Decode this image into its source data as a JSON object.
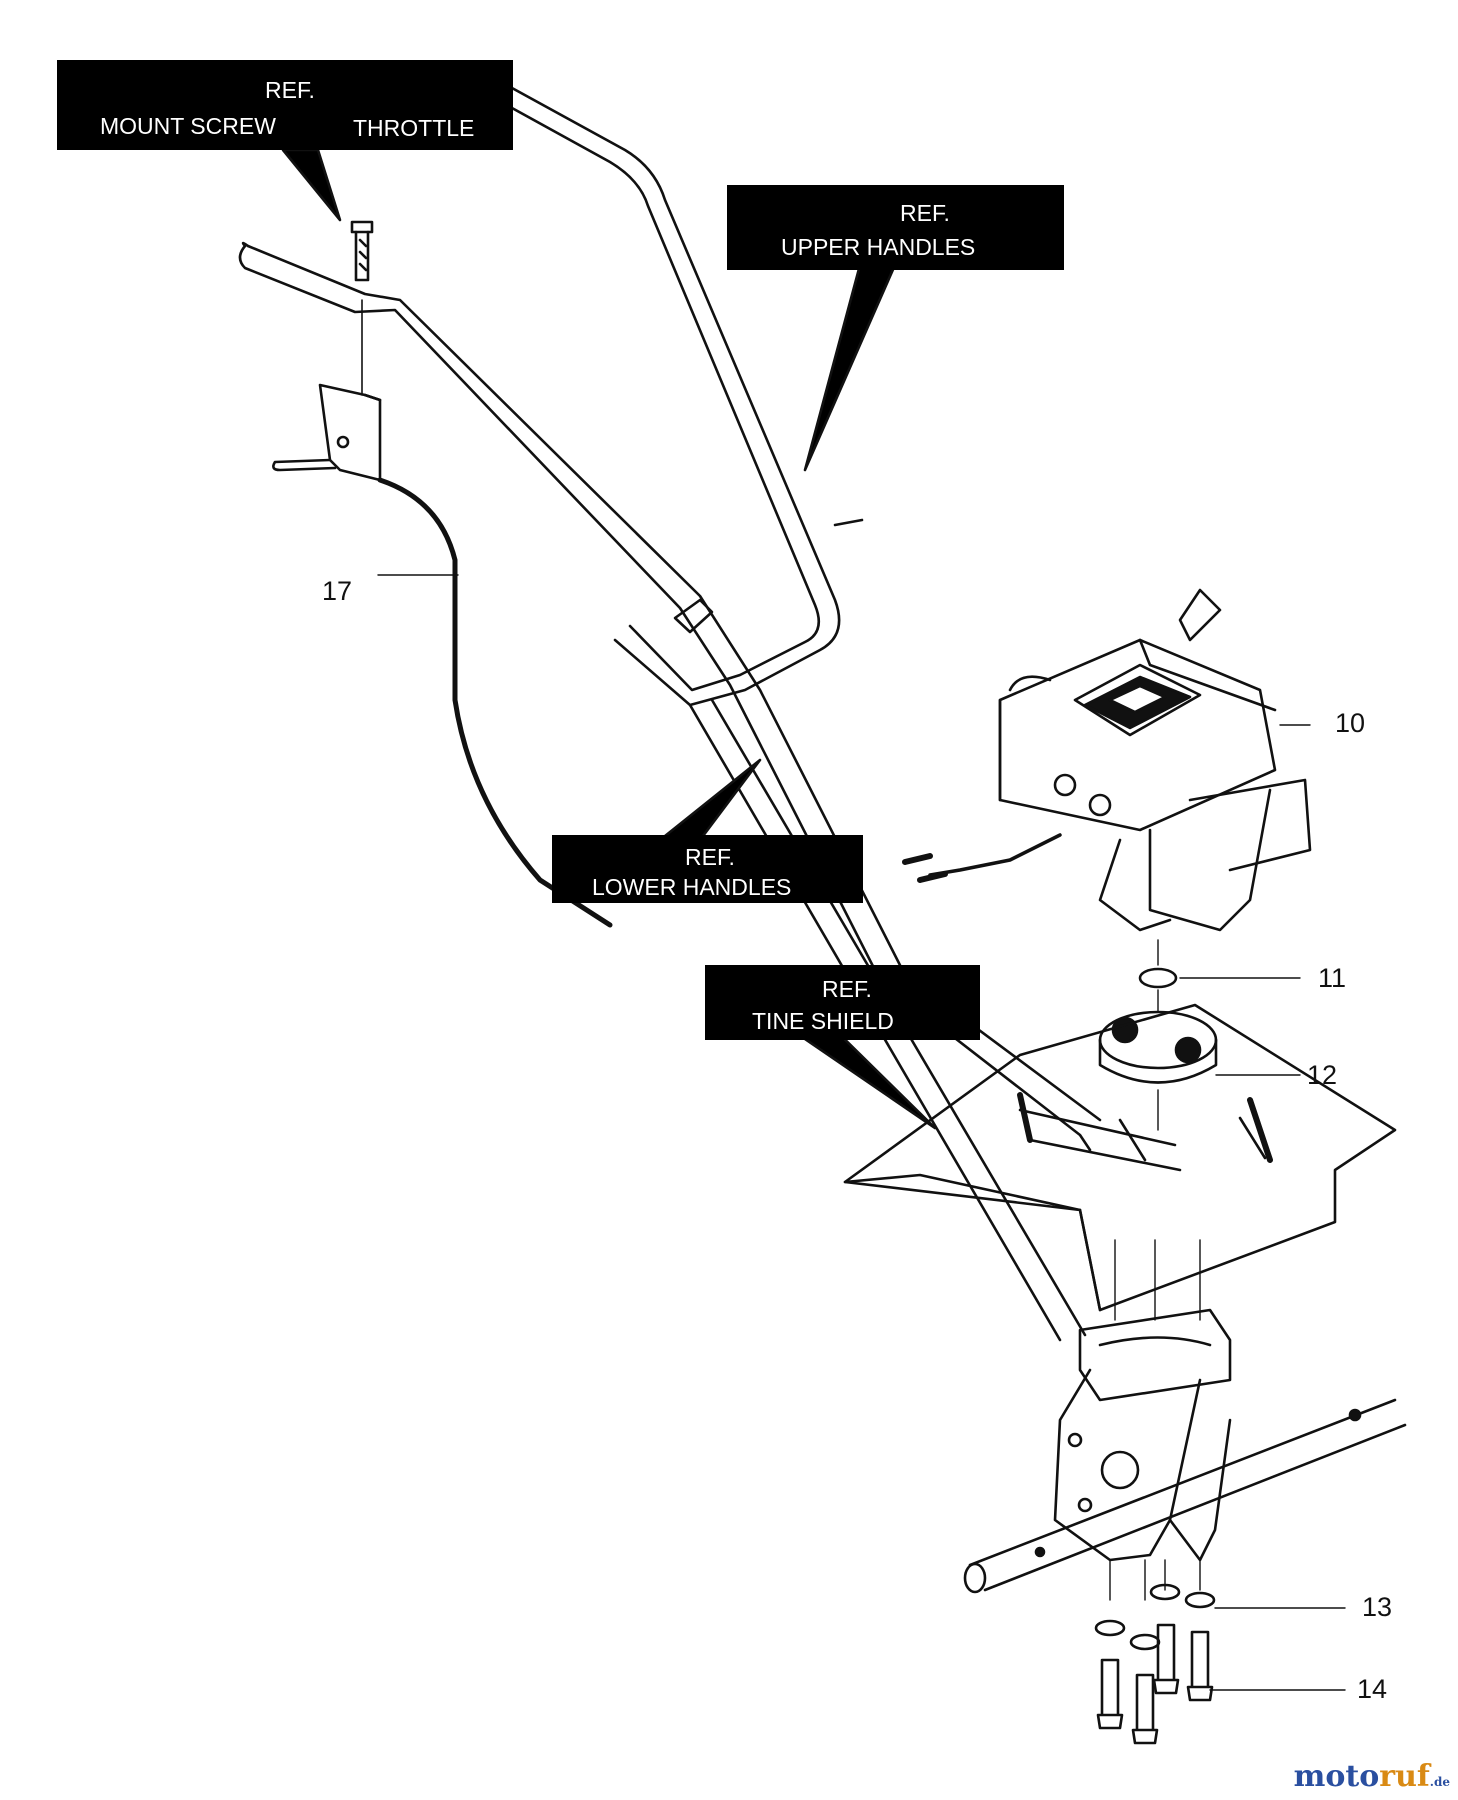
{
  "callouts": {
    "mount_throttle": {
      "ref": "REF.",
      "left": "MOUNT SCREW",
      "right": "THROTTLE"
    },
    "upper_handles": {
      "ref": "REF.",
      "name": "UPPER HANDLES"
    },
    "lower_handles": {
      "ref": "REF.",
      "name": "LOWER HANDLES"
    },
    "tine_shield": {
      "ref": "REF.",
      "name": "TINE SHIELD"
    }
  },
  "parts": {
    "p10": "10",
    "p11": "11",
    "p12": "12",
    "p13": "13",
    "p14": "14",
    "p17": "17"
  },
  "watermark": {
    "part1": "moto",
    "part2": "ruf",
    "suffix": ".de"
  },
  "colors": {
    "line": "#111111",
    "box": "#000000",
    "box_text": "#ffffff",
    "watermark_blue": "#2a4fa0",
    "watermark_orange": "#d98a14"
  }
}
